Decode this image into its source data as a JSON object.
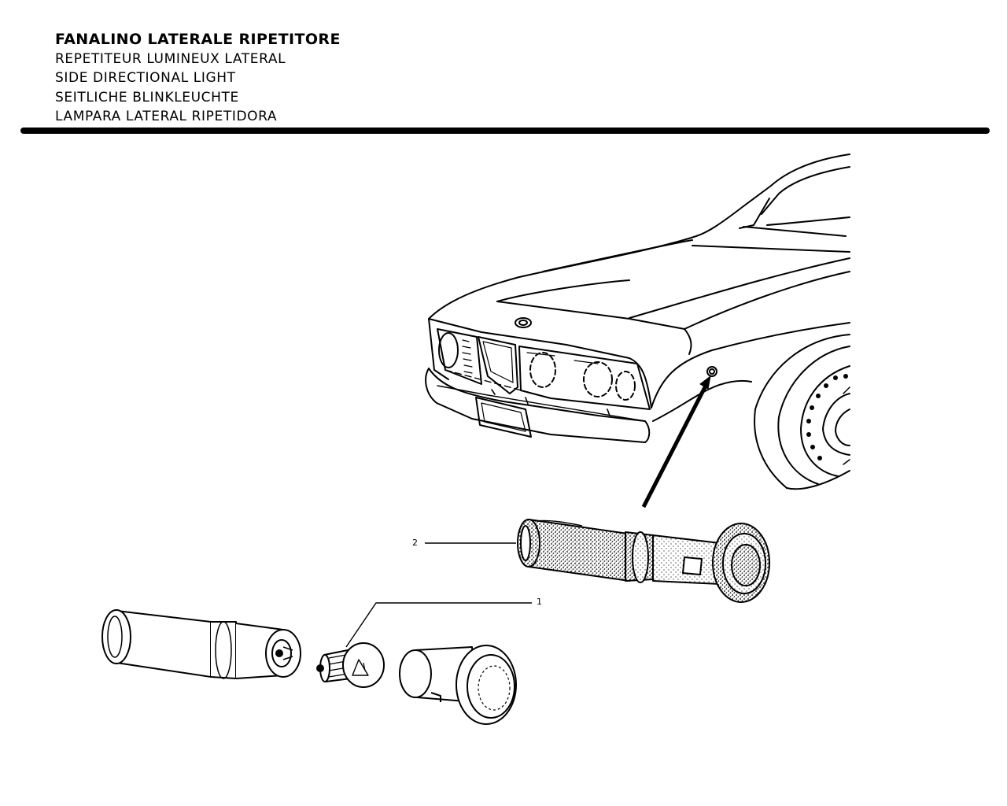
{
  "header": {
    "title_it": "FANALINO LATERALE RIPETITORE",
    "title_fr": "REPETITEUR LUMINEUX LATERAL",
    "title_en": "SIDE DIRECTIONAL LIGHT",
    "title_de": "SEITLICHE BLINKLEUCHTE",
    "title_es": "LAMPARA LATERAL RIPETIDORA"
  },
  "callouts": {
    "bulb": "1",
    "lamp_assembly": "2"
  },
  "colors": {
    "ink": "#000000",
    "paper": "#ffffff"
  }
}
